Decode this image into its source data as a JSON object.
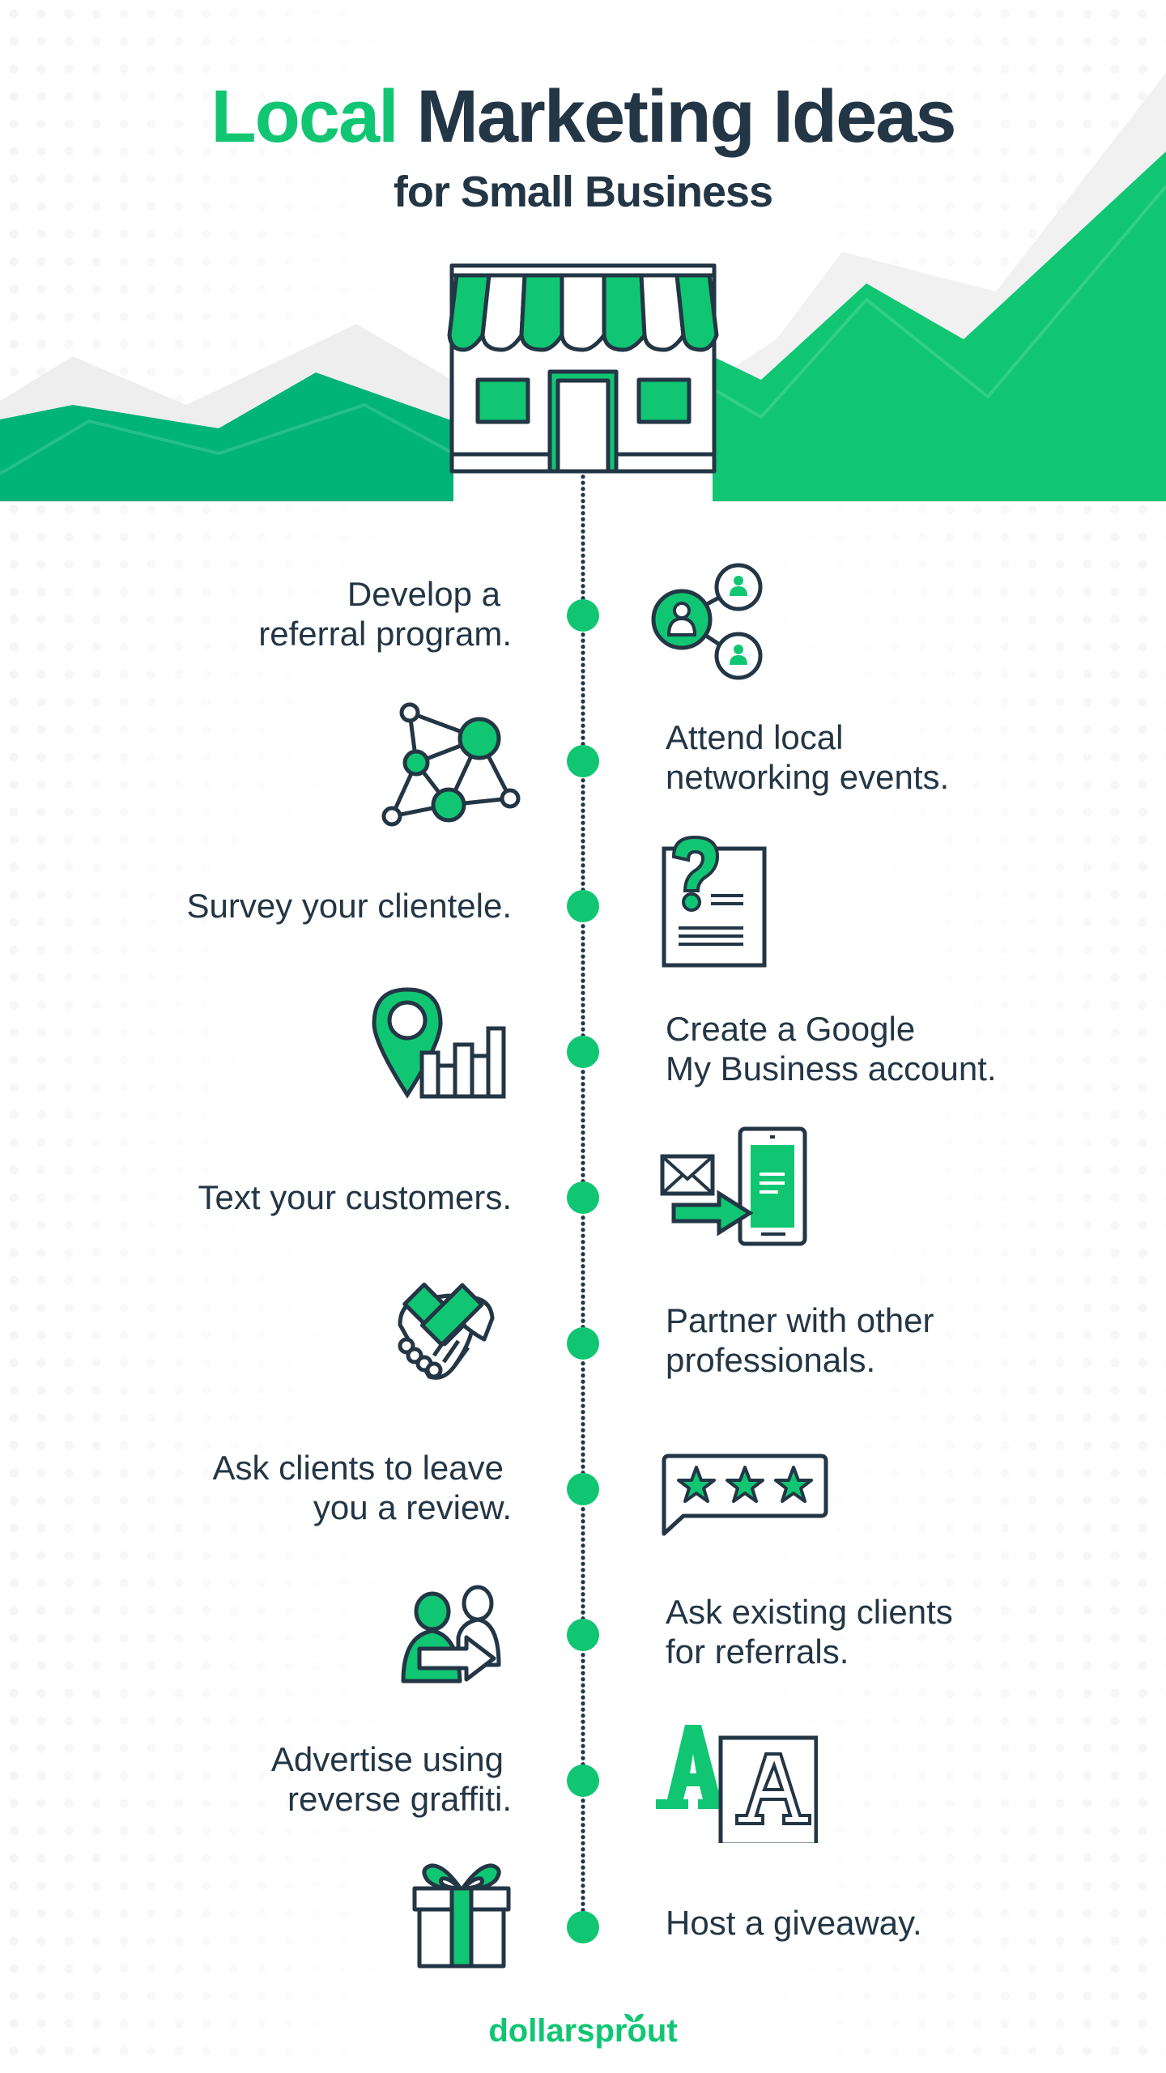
{
  "header": {
    "title_accent": "Local",
    "title_main": "Marketing Ideas",
    "subtitle": "for Small Business"
  },
  "colors": {
    "brand_green": "#10c673",
    "dark_green": "#00b377",
    "text_dark": "#233645",
    "dot_grey": "#ececec"
  },
  "items": [
    {
      "side": "left",
      "line1": "Develop a",
      "line2": "referral program.",
      "icon": "referral-network-icon"
    },
    {
      "side": "right",
      "line1": "Attend local",
      "line2": "networking events.",
      "icon": "network-nodes-icon"
    },
    {
      "side": "left",
      "line1": "Survey your clientele.",
      "line2": "",
      "icon": "survey-document-icon"
    },
    {
      "side": "right",
      "line1": "Create a Google",
      "line2": "My Business account.",
      "icon": "location-pin-chart-icon"
    },
    {
      "side": "left",
      "line1": "Text your customers.",
      "line2": "",
      "icon": "phone-message-icon"
    },
    {
      "side": "right",
      "line1": "Partner with other",
      "line2": "professionals.",
      "icon": "handshake-icon"
    },
    {
      "side": "left",
      "line1": "Ask clients to leave",
      "line2": "you a review.",
      "icon": "star-review-icon"
    },
    {
      "side": "right",
      "line1": "Ask existing clients",
      "line2": "for referrals.",
      "icon": "people-referral-icon"
    },
    {
      "side": "left",
      "line1": "Advertise using",
      "line2": "reverse graffiti.",
      "icon": "graffiti-letters-icon"
    },
    {
      "side": "right",
      "line1": "Host a giveaway.",
      "line2": "",
      "icon": "gift-icon"
    }
  ],
  "footer": {
    "logo_text": "dollarsprout"
  }
}
